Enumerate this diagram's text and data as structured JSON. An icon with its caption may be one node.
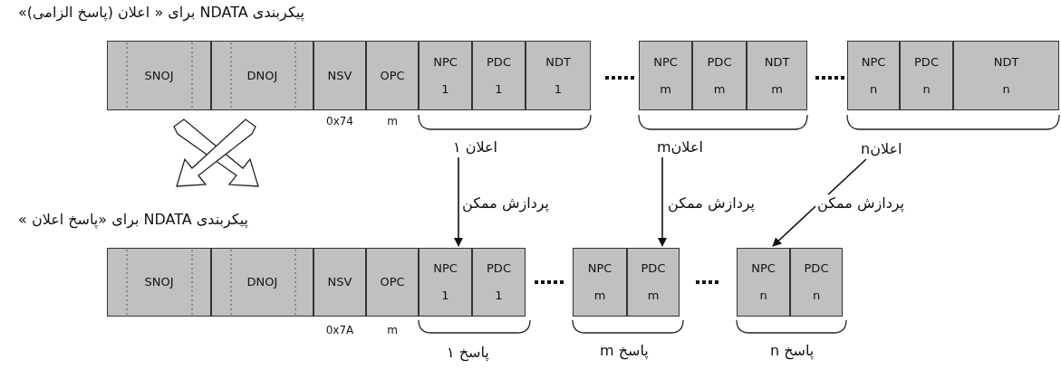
{
  "diagram": {
    "nodes": [
      {
        "text": [
          "SNOJ"
        ]
      },
      {
        "text": [
          "DNOJ"
        ]
      },
      {
        "text": [
          "NSV"
        ],
        "beside": [
          "0x74"
        ]
      },
      {
        "text": [
          "OPC"
        ],
        "beside": [
          "m"
        ]
      },
      {
        "text": [
          "NPC 1"
        ]
      },
      {
        "text": [
          "PDC 1"
        ]
      },
      {
        "text": [
          "NDT 1"
        ]
      },
      {
        "text": [
          "NPC m"
        ]
      },
      {
        "text": [
          "PDC m"
        ]
      },
      {
        "text": [
          "NDT m"
        ]
      },
      {
        "text": [
          "NPC n"
        ]
      },
      {
        "text": [
          "PDC n"
        ]
      },
      {
        "text": [
          "NDT n"
        ]
      },
      {
        "text": [
          "اعلان ۱"
        ]
      },
      {
        "text": [
          "اعلانm"
        ]
      },
      {
        "text": [
          "اعلانn"
        ]
      },
      {
        "text": [
          "SNOJ"
        ]
      },
      {
        "text": [
          "DNOJ"
        ]
      },
      {
        "text": [
          "NSV"
        ],
        "beside": [
          "0x7A"
        ]
      },
      {
        "text": [
          "OPC"
        ],
        "beside": [
          "m"
        ]
      },
      {
        "text": [
          "NPC 1"
        ]
      },
      {
        "text": [
          "PDC 1"
        ]
      },
      {
        "text": [
          "NPC m"
        ]
      },
      {
        "text": [
          "PDC m"
        ]
      },
      {
        "text": [
          "NPC n"
        ]
      },
      {
        "text": [
          "PDC n"
        ]
      }
    ],
    "edges": [
      {
        "from": 13,
        "to": 20,
        "arrow": "to",
        "label": "پردازش ممکن"
      },
      {
        "from": 14,
        "to": 23,
        "arrow": "to",
        "label": "پردازش ممکن"
      },
      {
        "from": 15,
        "to": 24,
        "arrow": "to",
        "label": "پردازش ممکن"
      }
    ],
    "labels": [
      "پیکربندی NDATA برای « اعلان (پاسخ الزامی)»",
      "پیکربندی NDATA برای «پاسخ اعلان »",
      "پاسخ ۱",
      "پاسخ m",
      "پاسخ n"
    ]
  }
}
